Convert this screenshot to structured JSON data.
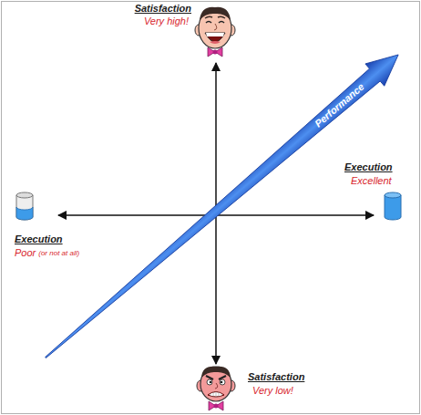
{
  "diagram": {
    "labels": [
      "Satisfaction",
      "Very high!",
      "Execution",
      "Excellent",
      "Execution",
      "Poor",
      "(or not at all)",
      "Satisfaction",
      "Very low!",
      "Performance"
    ]
  }
}
